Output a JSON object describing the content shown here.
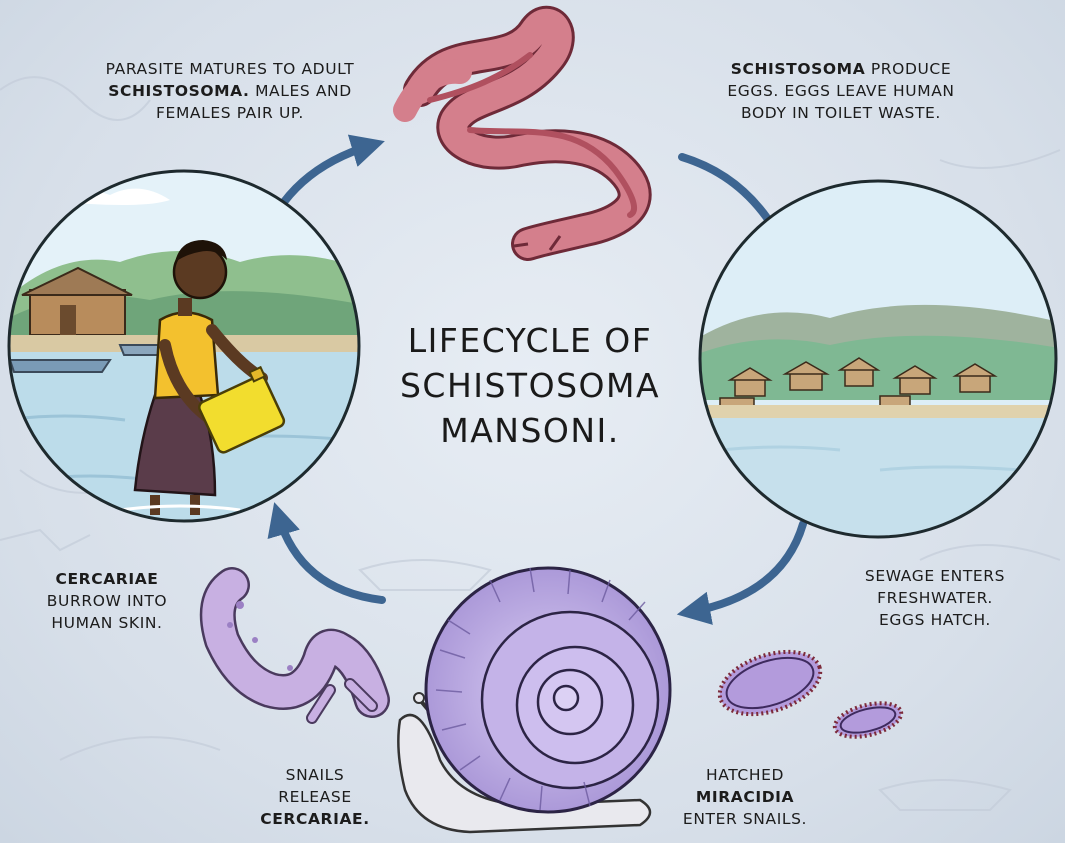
{
  "title": {
    "line1": "LIFECYCLE OF",
    "line2": "SCHISTOSOMA",
    "line3": "MANSONI."
  },
  "captions": {
    "adult": {
      "line1": "PARASITE MATURES TO ADULT",
      "line2_bold": "SCHISTOSOMA.",
      "line2_rest": " MALES AND",
      "line3": "FEMALES PAIR UP."
    },
    "eggs": {
      "line1_bold": "SCHISTOSOMA",
      "line1_rest": " PRODUCE",
      "line2": "EGGS. EGGS LEAVE HUMAN",
      "line3": "BODY IN TOILET WASTE."
    },
    "sewage": {
      "line1": "SEWAGE ENTERS",
      "line2": "FRESHWATER.",
      "line3": "EGGS HATCH."
    },
    "miracidia": {
      "line1": "HATCHED",
      "line2_bold": "MIRACIDIA",
      "line3": "ENTER SNAILS."
    },
    "snails": {
      "line1": "SNAILS",
      "line2": "RELEASE",
      "line3_bold": "CERCARIAE."
    },
    "cercariae": {
      "line1_bold": "CERCARIAE",
      "line2": "BURROW INTO",
      "line3": "HUMAN SKIN."
    }
  },
  "colors": {
    "arrow": "#3d6591",
    "worm": "#d47f8c",
    "snail": "#b7a6dd",
    "miracidia": "#b39bdc",
    "cercariae": "#c8b0e2",
    "water": "#c6e0ec",
    "sky": "#dfeff7",
    "foliage": "#7fb893"
  },
  "icons": [
    "adult-worm-illustration",
    "village-circle-illustration",
    "snail-illustration",
    "miracidia-illustration",
    "cercariae-illustration",
    "woman-in-water-circle-illustration"
  ]
}
